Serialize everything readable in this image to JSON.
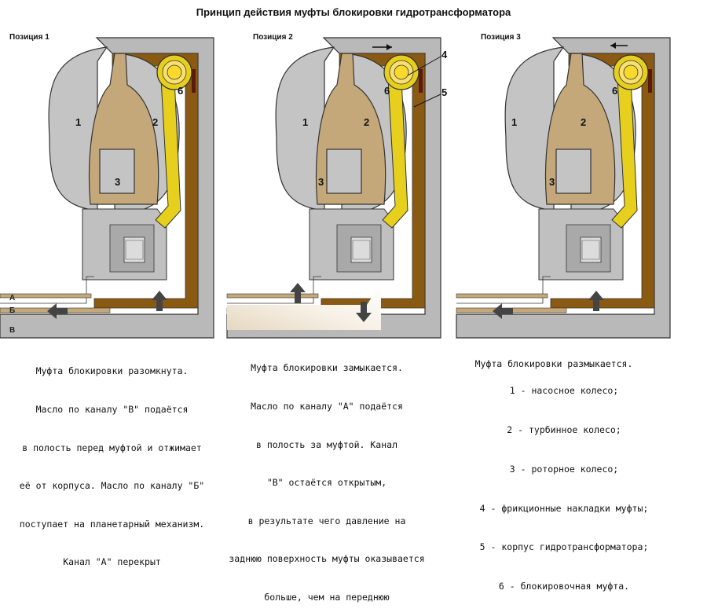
{
  "title": "Принцип действия муфты блокировки гидротрансформатора",
  "positions": [
    "Позиция 1",
    "Позиция 2",
    "Позиция 3"
  ],
  "part_numbers": {
    "n1": "1",
    "n2": "2",
    "n3": "3",
    "n4": "4",
    "n5": "5",
    "n6": "6"
  },
  "channels": {
    "a": "А",
    "b": "Б",
    "v": "В"
  },
  "colors": {
    "housing": "#b9b9b9",
    "pump": "#c4c4c4",
    "oil": "#8b5a12",
    "turbine_light": "#c4a87a",
    "clutch": "#e6cf1d",
    "outline": "#333333"
  },
  "descriptions": {
    "pos1": [
      "Муфта блокировки разомкнута.",
      "Масло по каналу \"В\" подаётся",
      "в полость перед муфтой и отжимает",
      "её от корпуса. Масло по каналу \"Б\"",
      "поступает на планетарный механизм.",
      "Канал \"А\" перекрыт"
    ],
    "pos2": [
      "Муфта блокировки замыкается.",
      "Масло по каналу \"А\" подаётся",
      "в полость за муфтой. Канал",
      "\"В\" остаётся открытым,",
      "в результате чего давление на",
      "заднюю поверхность муфты оказывается",
      "больше, чем на переднюю"
    ],
    "pos3": [
      "Муфта блокировки размыкается."
    ],
    "legend": [
      "1 - насосное колесо;",
      "2 - турбинное колесо;",
      "3 - роторное колесо;",
      "4 - фрикционные накладки муфты;",
      "5 - корпус гидротрансформатора;",
      "6 - блокировочная муфта."
    ]
  }
}
